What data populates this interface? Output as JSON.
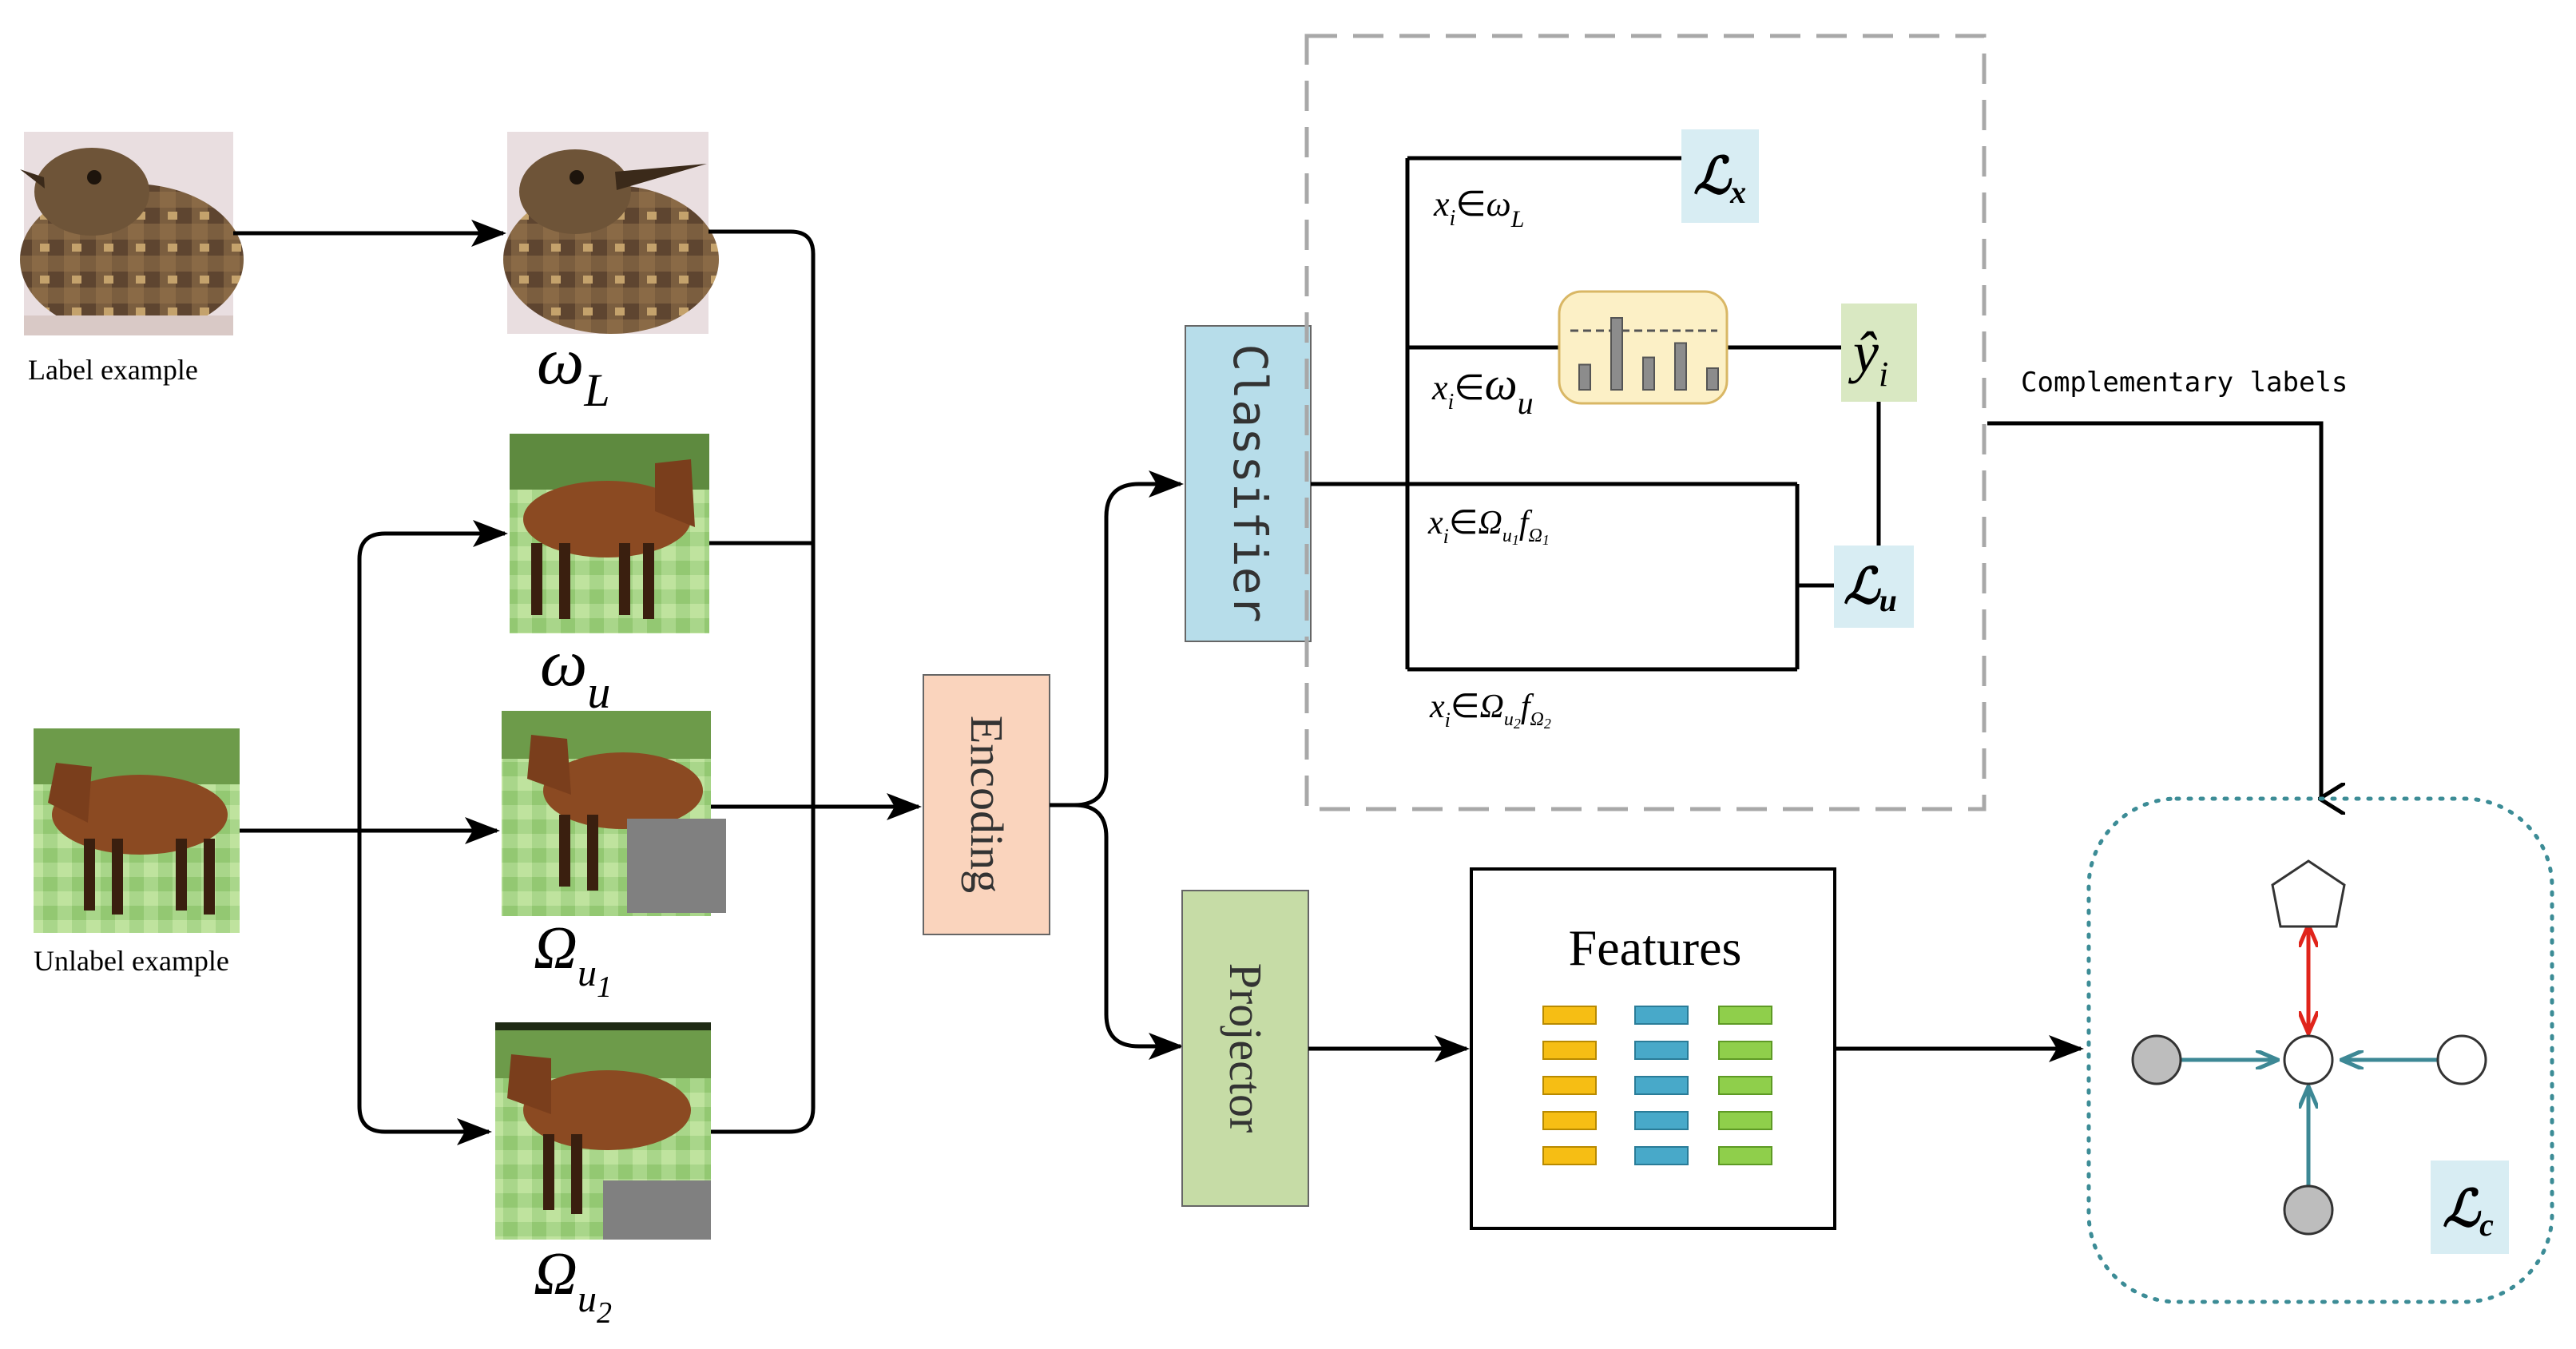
{
  "inputs": {
    "label_example": "Label example",
    "unlabel_example": "Unlabel example"
  },
  "views": {
    "omega_L": {
      "base": "ω",
      "sub": "L"
    },
    "omega_u": {
      "base": "ω",
      "sub": "u"
    },
    "Omega_u1": {
      "base": "Ω",
      "sub": "u",
      "subsub": "1"
    },
    "Omega_u2": {
      "base": "Ω",
      "sub": "u",
      "subsub": "2"
    }
  },
  "modules": {
    "encoding": "Encoding",
    "classifier": "Classifier",
    "projector": "Projector",
    "features": "Features"
  },
  "classifier_branches": {
    "b1": {
      "x": "x",
      "i": "i",
      "in": "∈",
      "set": "ω",
      "set_sub": "L"
    },
    "b2": {
      "x": "x",
      "i": "i",
      "in": "∈",
      "set": "ω",
      "set_sub": "u"
    },
    "b3": {
      "x": "x",
      "i": "i",
      "in": "∈",
      "set": "Ω",
      "set_sub": "u",
      "set_subsub": "1",
      "f": "f",
      "f_sub": "Ω",
      "f_subsub": "1"
    },
    "b4": {
      "x": "x",
      "i": "i",
      "in": "∈",
      "set": "Ω",
      "set_sub": "u",
      "set_subsub": "2",
      "f": "f",
      "f_sub": "Ω",
      "f_subsub": "2"
    }
  },
  "losses": {
    "Lx": {
      "base": "ℒ",
      "sub": "x"
    },
    "Lu": {
      "base": "ℒ",
      "sub": "u"
    },
    "Lc": {
      "base": "ℒ",
      "sub": "c"
    }
  },
  "prediction": {
    "base": "ŷ",
    "sub": "i"
  },
  "complementary_labels": "Complementary labels",
  "prob_histogram": {
    "values": [
      0.35,
      1.0,
      0.45,
      0.65,
      0.3
    ]
  },
  "feature_grid": {
    "rows": 5,
    "columns": [
      {
        "fill": "#F6BE14",
        "stroke": "#B88A00"
      },
      {
        "fill": "#48A9C9",
        "stroke": "#2A7C98"
      },
      {
        "fill": "#8FCF4B",
        "stroke": "#5E9A25"
      }
    ]
  },
  "colors": {
    "encoding_fill": "#FAD4BD",
    "classifier_fill": "#B7DDEA",
    "projector_fill": "#C6DCA6",
    "loss_fill": "#D8EDF3",
    "pred_fill": "#D9E8C2",
    "hist_fill": "#FCF0C6",
    "hist_stroke": "#D9B765",
    "arrow_teal": "#3D8895",
    "arrow_red": "#E0241B",
    "dotted_border": "#3C8C96",
    "dashed_border": "#A8A8A8",
    "node_gray": "#BDBDBD"
  }
}
